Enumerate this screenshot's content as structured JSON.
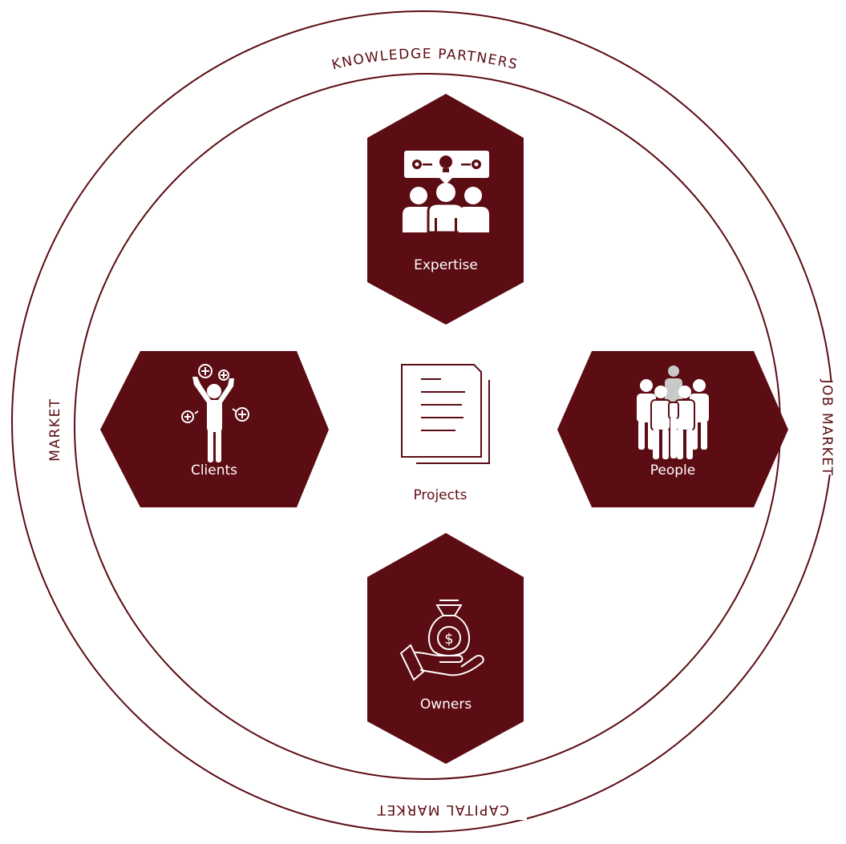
{
  "colors": {
    "primary": "#5c0c13",
    "background": "#ffffff",
    "icon_fill": "#ffffff",
    "icon_highlight": "#c9c9c9"
  },
  "ring": {
    "labels": {
      "top": "KNOWLEDGE PARTNERS",
      "right": "JOB MARKET",
      "bottom": "CAPITAL MARKET",
      "left": "MARKET"
    }
  },
  "nodes": {
    "expertise": {
      "label": "Expertise",
      "icon": "team-idea-icon"
    },
    "clients": {
      "label": "Clients",
      "icon": "cheering-person-icon"
    },
    "people": {
      "label": "People",
      "icon": "group-of-people-icon"
    },
    "owners": {
      "label": "Owners",
      "icon": "hand-money-bag-icon"
    }
  },
  "center": {
    "label": "Projects",
    "icon": "documents-icon"
  }
}
